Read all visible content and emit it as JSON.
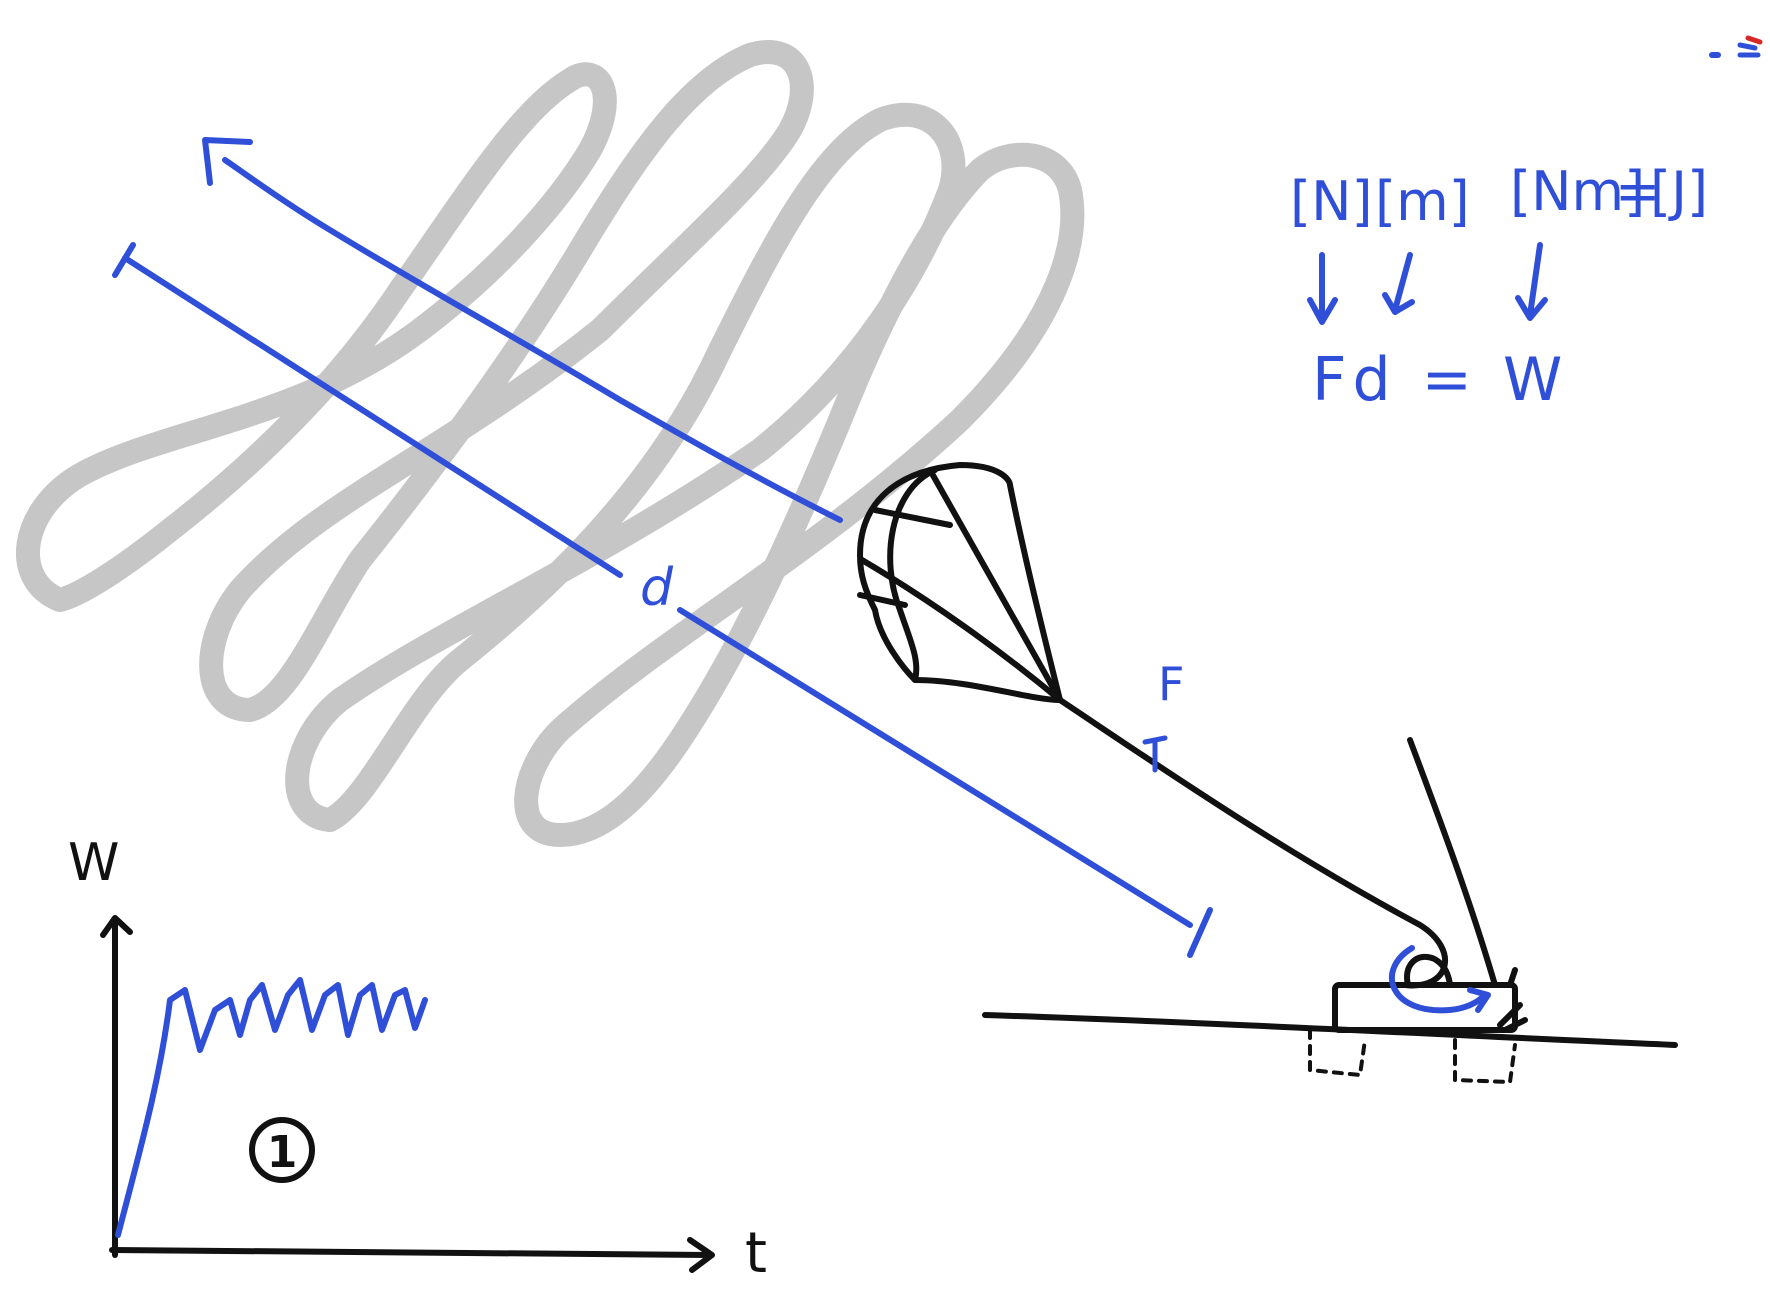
{
  "colors": {
    "ink_blue": "#2f4fd8",
    "ink_black": "#111111",
    "wind_gray": "#c6c6c6",
    "accent_red": "#d62828",
    "background": "#ffffff"
  },
  "labels": {
    "distance": "d",
    "force": "F",
    "units_newton": "[N]",
    "units_meter": "[m]",
    "units_newton_meter": "[Nm]",
    "equals": "=",
    "units_joule": "[J]",
    "equation": "Fd = W",
    "graph_y_axis": "W",
    "graph_x_axis": "t",
    "step_number": "1"
  }
}
